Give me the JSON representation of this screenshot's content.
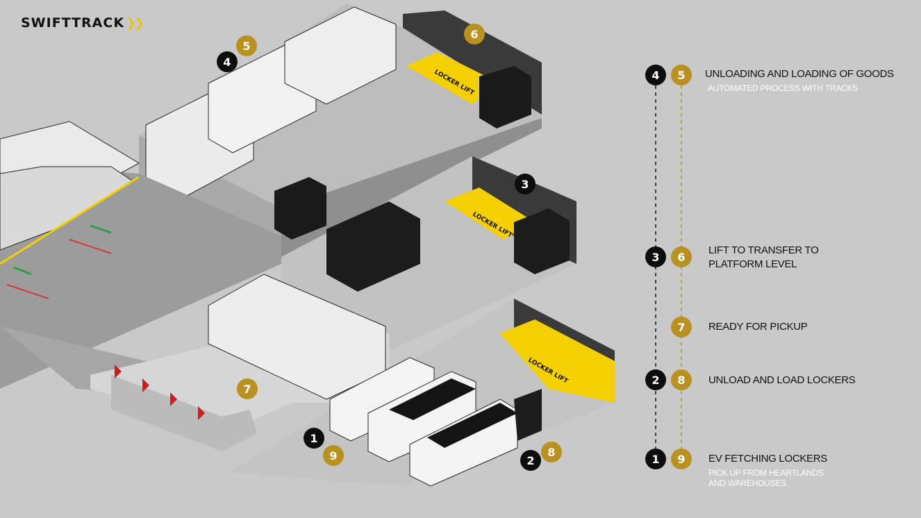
{
  "brand": {
    "name": "SWIFTTRACK"
  },
  "colors": {
    "accent_gold": "#b8911f",
    "lift_yellow": "#f5d000",
    "dark": "#0d0d0d",
    "background": "#c9c9c9"
  },
  "scene": {
    "lift_label": "LOCKER LIFT",
    "markers": [
      {
        "id": "m4",
        "num": "4",
        "style": "dark"
      },
      {
        "id": "m5",
        "num": "5",
        "style": "gold"
      },
      {
        "id": "m6",
        "num": "6",
        "style": "gold"
      },
      {
        "id": "m3",
        "num": "3",
        "style": "dark"
      },
      {
        "id": "m7",
        "num": "7",
        "style": "gold"
      },
      {
        "id": "m1",
        "num": "1",
        "style": "dark"
      },
      {
        "id": "m9",
        "num": "9",
        "style": "gold"
      },
      {
        "id": "m2",
        "num": "2",
        "style": "dark"
      },
      {
        "id": "m8",
        "num": "8",
        "style": "gold"
      }
    ]
  },
  "legend": {
    "steps": [
      {
        "dark": "4",
        "gold": "5",
        "title": "UNLOADING AND LOADING OF GOODS",
        "subtitle": "AUTOMATED PROCESS WITH TRACKS"
      },
      {
        "dark": "3",
        "gold": "6",
        "title": "LIFT TO TRANSFER TO\nPLATFORM LEVEL",
        "subtitle": ""
      },
      {
        "dark": "",
        "gold": "7",
        "title": "READY FOR PICKUP",
        "subtitle": ""
      },
      {
        "dark": "2",
        "gold": "8",
        "title": "UNLOAD AND LOAD LOCKERS",
        "subtitle": ""
      },
      {
        "dark": "1",
        "gold": "9",
        "title": "EV FETCHING LOCKERS",
        "subtitle": "PICK UP FROM HEARTLANDS\nAND WAREHOUSES"
      }
    ]
  }
}
